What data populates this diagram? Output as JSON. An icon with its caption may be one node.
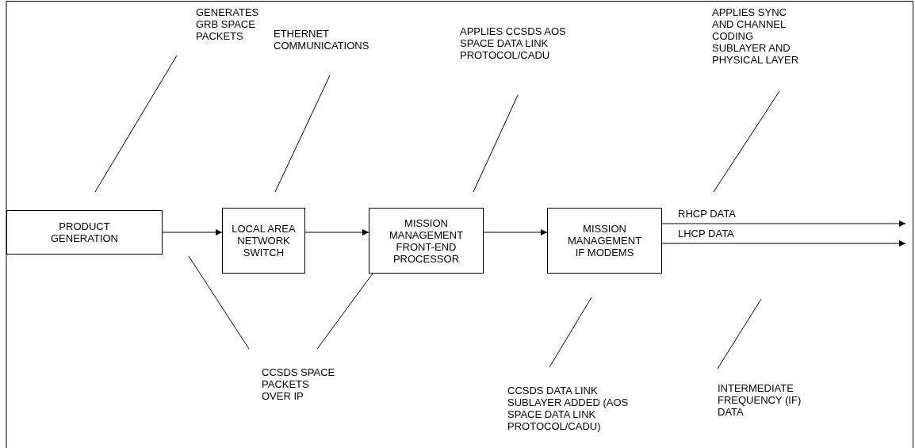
{
  "diagram": {
    "nodes": [
      {
        "text": [
          "PRODUCT GENERATION"
        ]
      },
      {
        "text": [
          "LOCAL AREA NETWORK SWITCH"
        ]
      },
      {
        "text": [
          "MISSION MANAGEMENT FRONT-END PROCESSOR"
        ]
      },
      {
        "text": [
          "MISSION MANAGEMENT IF MODEMS"
        ]
      },
      {
        "text": [
          "GENERATES GRB SPACE PACKETS"
        ]
      },
      {
        "text": [
          "ETHERNET COMMUNICATIONS"
        ]
      },
      {
        "text": [
          "APPLIES CCSDS AOS SPACE DATA LINK PROTOCOL/CADU"
        ]
      },
      {
        "text": [
          "APPLIES SYNC AND CHANNEL CODING SUBLAYER AND PHYSICAL LAYER"
        ]
      },
      {
        "text": [
          "CCSDS SPACE PACKETS OVER IP"
        ]
      },
      {
        "text": [
          "CCSDS DATA LINK SUBLAYER ADDED (AOS SPACE DATA LINK PROTOCOL/CADU)"
        ]
      },
      {
        "text": [
          "INTERMEDIATE FREQUENCY (IF) DATA"
        ]
      }
    ],
    "edges": [
      {
        "from": 0,
        "to": 1,
        "arrow": "to"
      },
      {
        "from": 1,
        "to": 2,
        "arrow": "to"
      },
      {
        "from": 2,
        "to": 3,
        "arrow": "to"
      },
      {
        "from": 3,
        "to": null,
        "arrow": "to",
        "label": "RHCP DATA"
      },
      {
        "from": 3,
        "to": null,
        "arrow": "to",
        "label": "LHCP DATA"
      },
      {
        "from": 4,
        "to": null,
        "arrow": "none"
      },
      {
        "from": 5,
        "to": null,
        "arrow": "none"
      },
      {
        "from": 6,
        "to": null,
        "arrow": "none"
      },
      {
        "from": 7,
        "to": null,
        "arrow": "none"
      },
      {
        "from": 8,
        "to": null,
        "arrow": "none"
      },
      {
        "from": 8,
        "to": 2,
        "arrow": "none"
      },
      {
        "from": 9,
        "to": null,
        "arrow": "none"
      },
      {
        "from": 10,
        "to": null,
        "arrow": "none"
      }
    ]
  }
}
